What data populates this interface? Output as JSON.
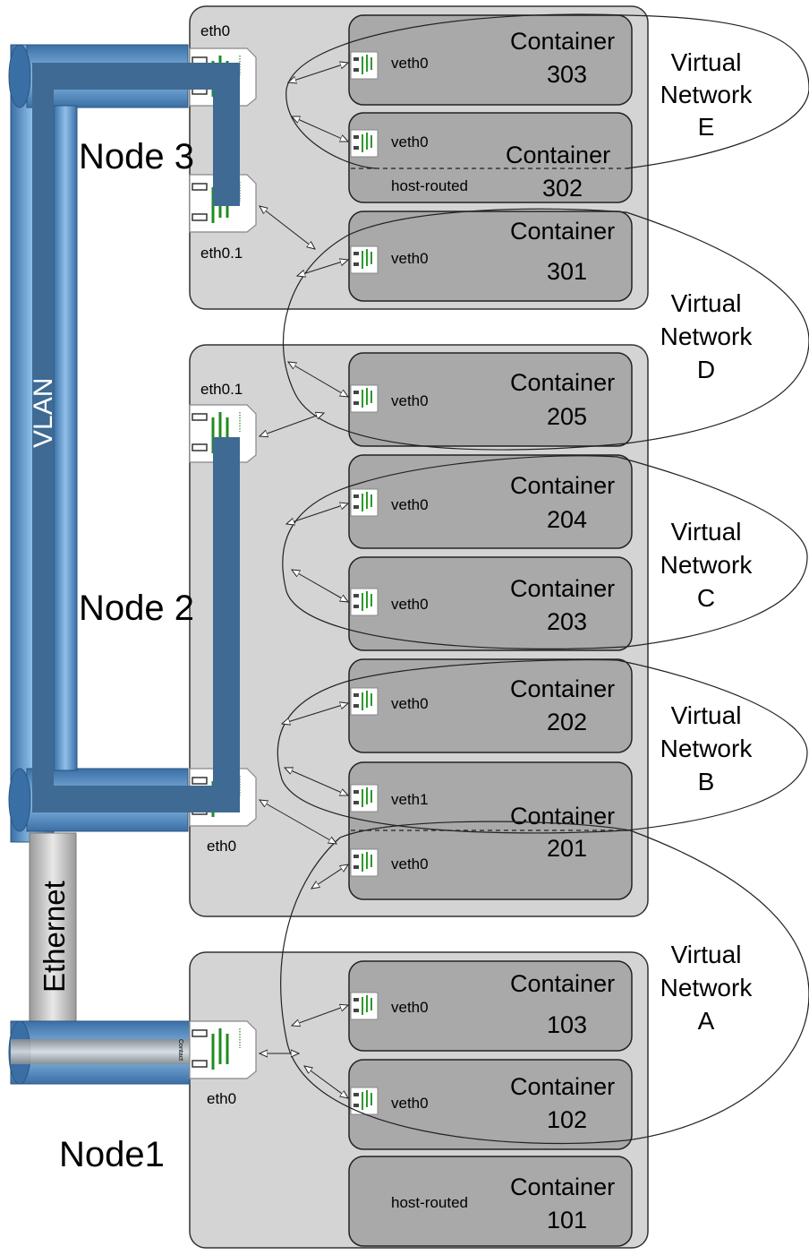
{
  "nodes": {
    "node3": "Node 3",
    "node2": "Node 2",
    "node1": "Node1"
  },
  "cables": {
    "vlan": "VLAN",
    "ethernet": "Ethernet"
  },
  "interfaces": {
    "n3_eth0": "eth0",
    "n3_eth01": "eth0.1",
    "n2_eth01": "eth0.1",
    "n2_eth0": "eth0",
    "n1_eth0": "eth0",
    "n1_contact": "Contact"
  },
  "containers": {
    "c303": {
      "title": "Container",
      "num": "303",
      "veth": "veth0"
    },
    "c302": {
      "title": "Container",
      "num": "302",
      "veth": "veth0",
      "note": "host-routed"
    },
    "c301": {
      "title": "Container",
      "num": "301",
      "veth": "veth0"
    },
    "c205": {
      "title": "Container",
      "num": "205",
      "veth": "veth0"
    },
    "c204": {
      "title": "Container",
      "num": "204",
      "veth": "veth0"
    },
    "c203": {
      "title": "Container",
      "num": "203",
      "veth": "veth0"
    },
    "c202": {
      "title": "Container",
      "num": "202",
      "veth": "veth0"
    },
    "c201": {
      "title": "Container",
      "num": "201",
      "veth_a": "veth1",
      "veth_b": "veth0"
    },
    "c103": {
      "title": "Container",
      "num": "103",
      "veth": "veth0"
    },
    "c102": {
      "title": "Container",
      "num": "102",
      "veth": "veth0"
    },
    "c101": {
      "title": "Container",
      "num": "101",
      "note": "host-routed"
    }
  },
  "networks": {
    "e": {
      "l1": "Virtual",
      "l2": "Network",
      "l3": "E"
    },
    "d": {
      "l1": "Virtual",
      "l2": "Network",
      "l3": "D"
    },
    "c": {
      "l1": "Virtual",
      "l2": "Network",
      "l3": "C"
    },
    "b": {
      "l1": "Virtual",
      "l2": "Network",
      "l3": "B"
    },
    "a": {
      "l1": "Virtual",
      "l2": "Network",
      "l3": "A"
    }
  }
}
